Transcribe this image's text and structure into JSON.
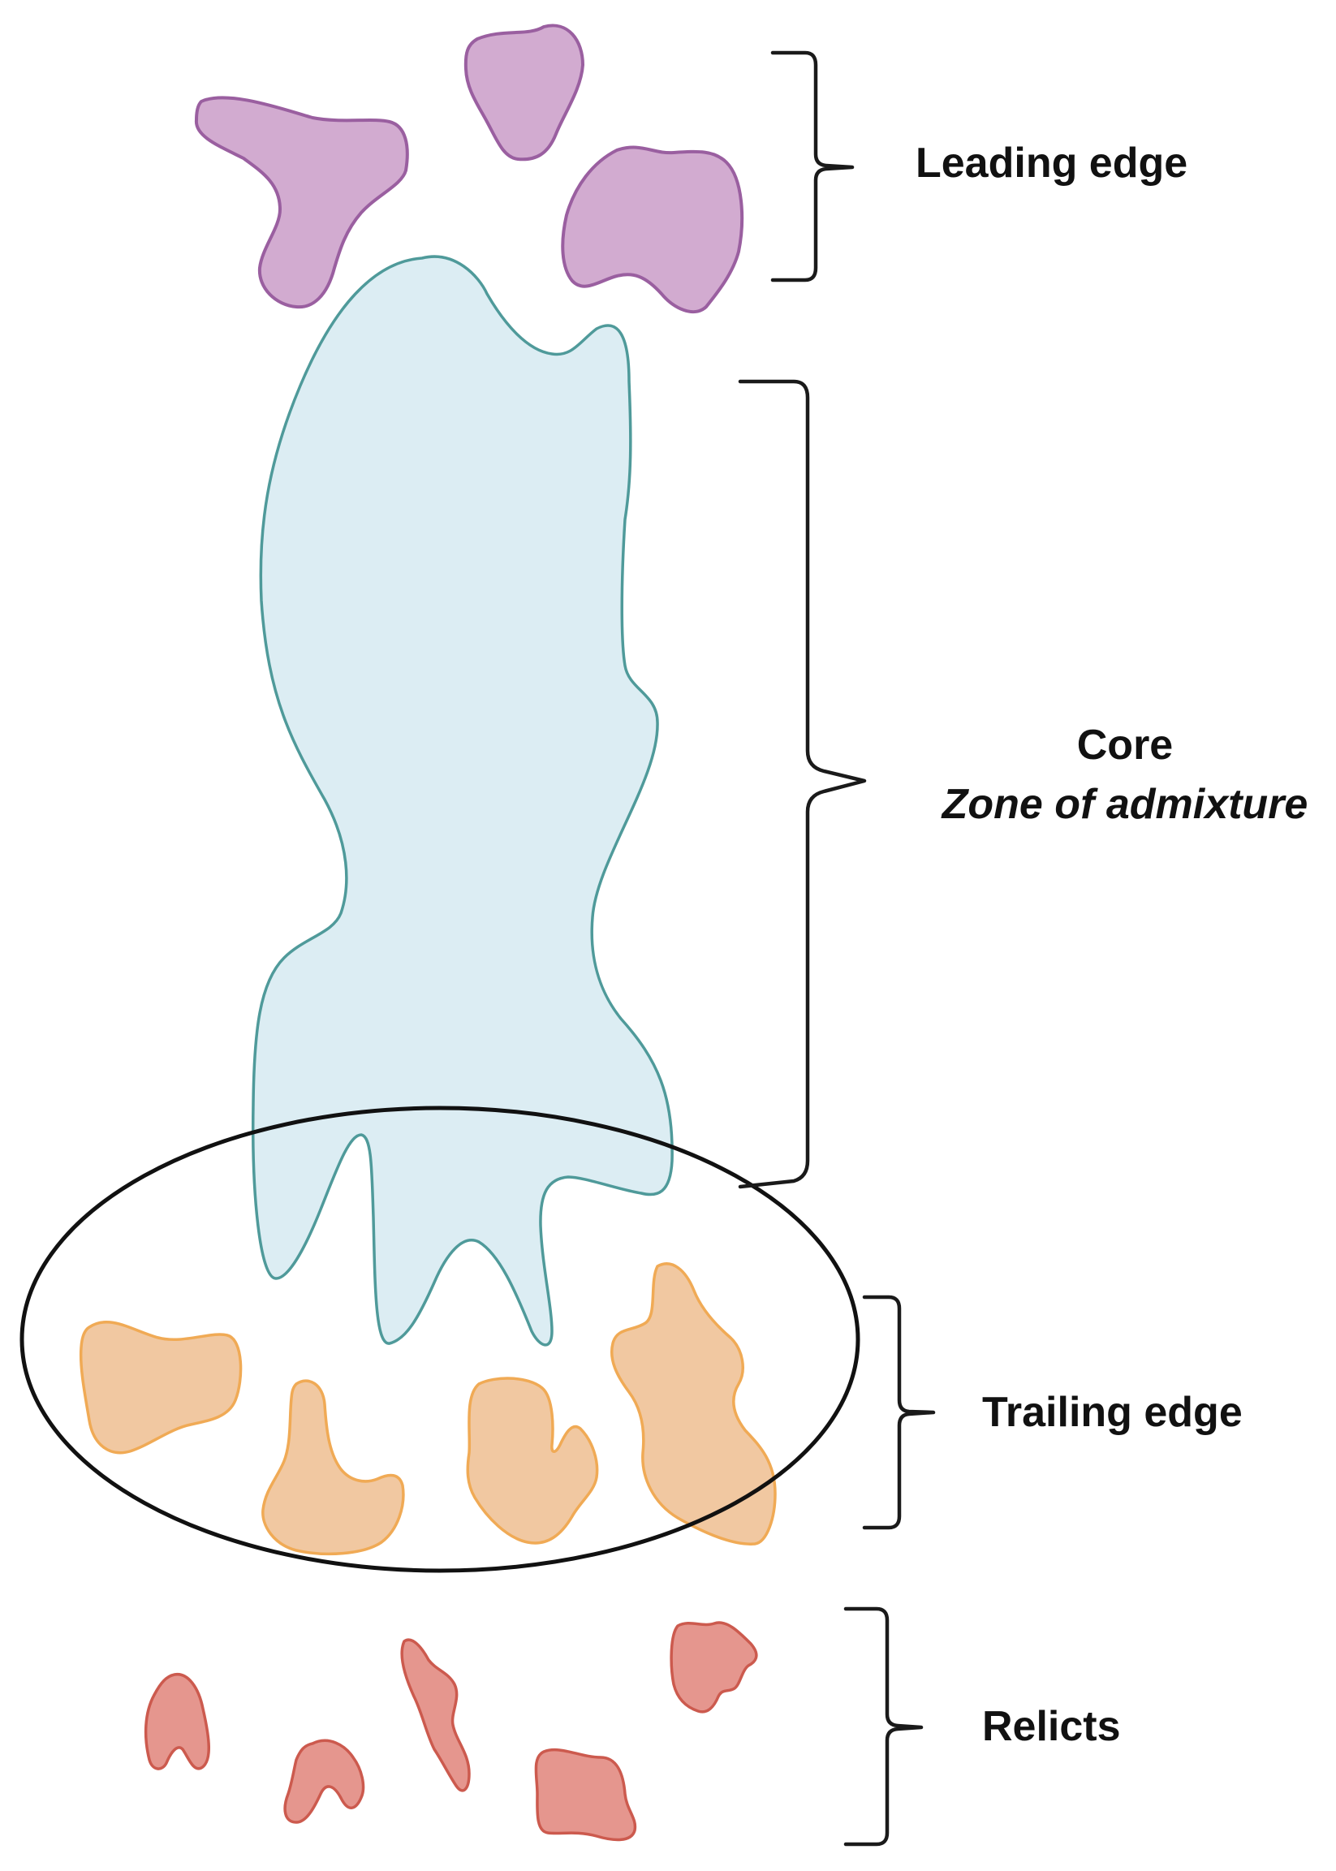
{
  "labels": {
    "leading": "Leading edge",
    "core": "Core",
    "core_sub": "Zone of admixture",
    "trailing": "Trailing edge",
    "relicts": "Relicts"
  },
  "colors": {
    "leading_fill": "#d2abd0",
    "leading_stroke": "#9a5fa0",
    "core_fill": "#dcedf3",
    "core_stroke": "#4f9a9a",
    "trailing_fill": "#efc297",
    "trailing_stroke": "#f0aa55",
    "relict_fill": "#e5968e",
    "relict_stroke": "#cc5a4e",
    "outline": "#111111"
  }
}
